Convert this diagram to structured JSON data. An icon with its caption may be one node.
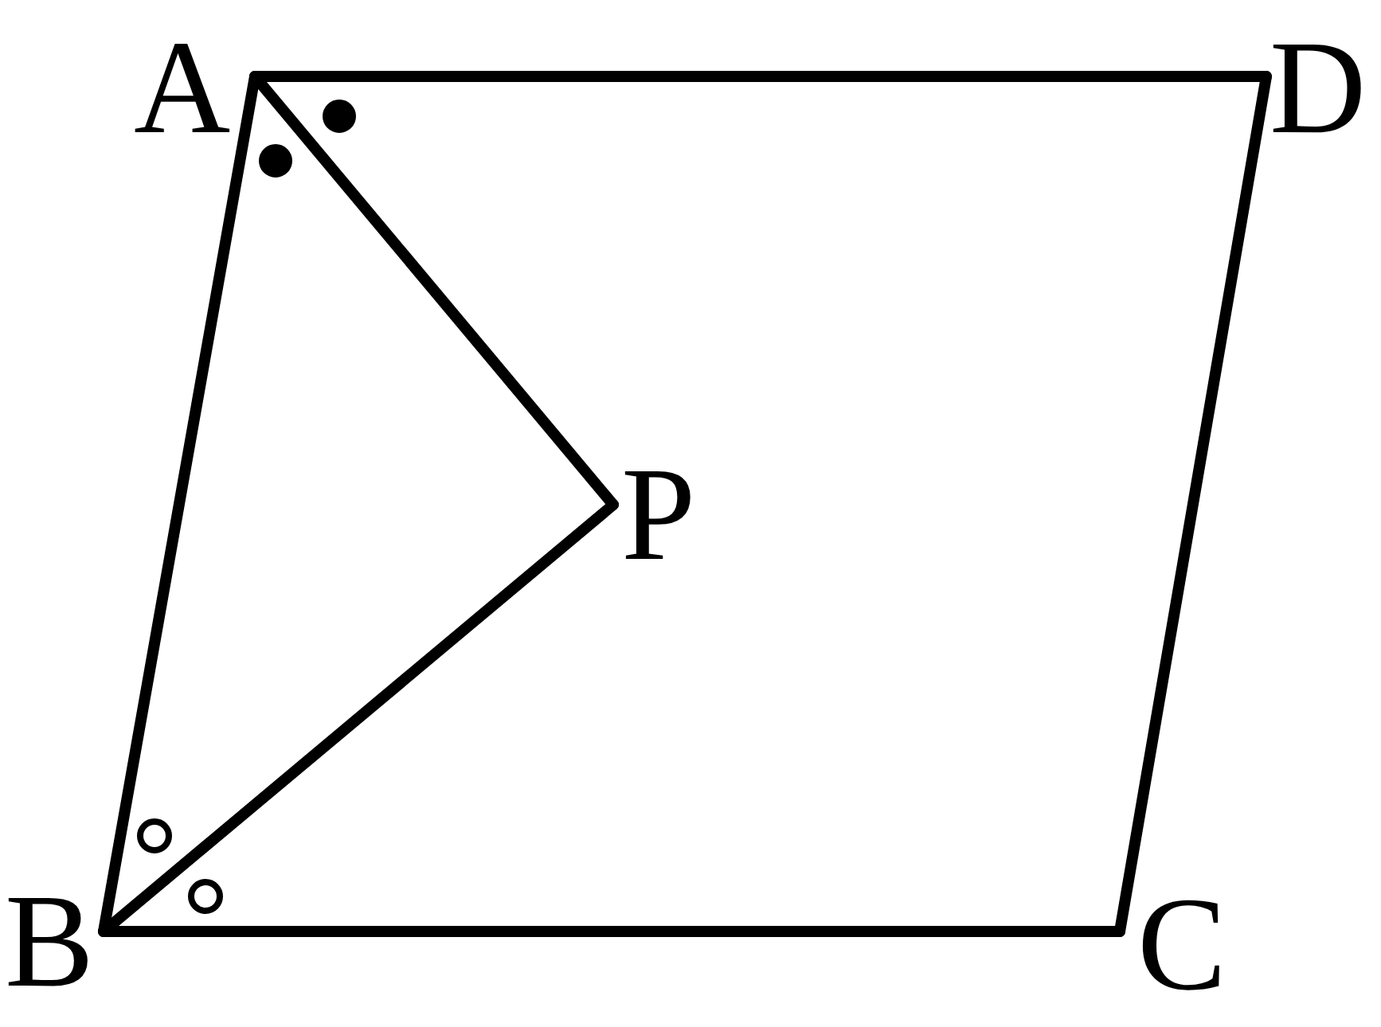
{
  "diagram": {
    "nodes": [
      {
        "text": [
          "A"
        ]
      },
      {
        "text": [
          "D"
        ]
      },
      {
        "text": [
          "P"
        ]
      },
      {
        "text": [
          "B"
        ]
      },
      {
        "text": [
          "C"
        ]
      }
    ],
    "edges": [
      {
        "from": 0,
        "to": 1,
        "arrow": "none"
      },
      {
        "from": 1,
        "to": 4,
        "arrow": "none"
      },
      {
        "from": 4,
        "to": 3,
        "arrow": "none"
      },
      {
        "from": 3,
        "to": 0,
        "arrow": "none"
      },
      {
        "from": 0,
        "to": 2,
        "arrow": "none"
      },
      {
        "from": 3,
        "to": 2,
        "arrow": "none"
      }
    ]
  }
}
